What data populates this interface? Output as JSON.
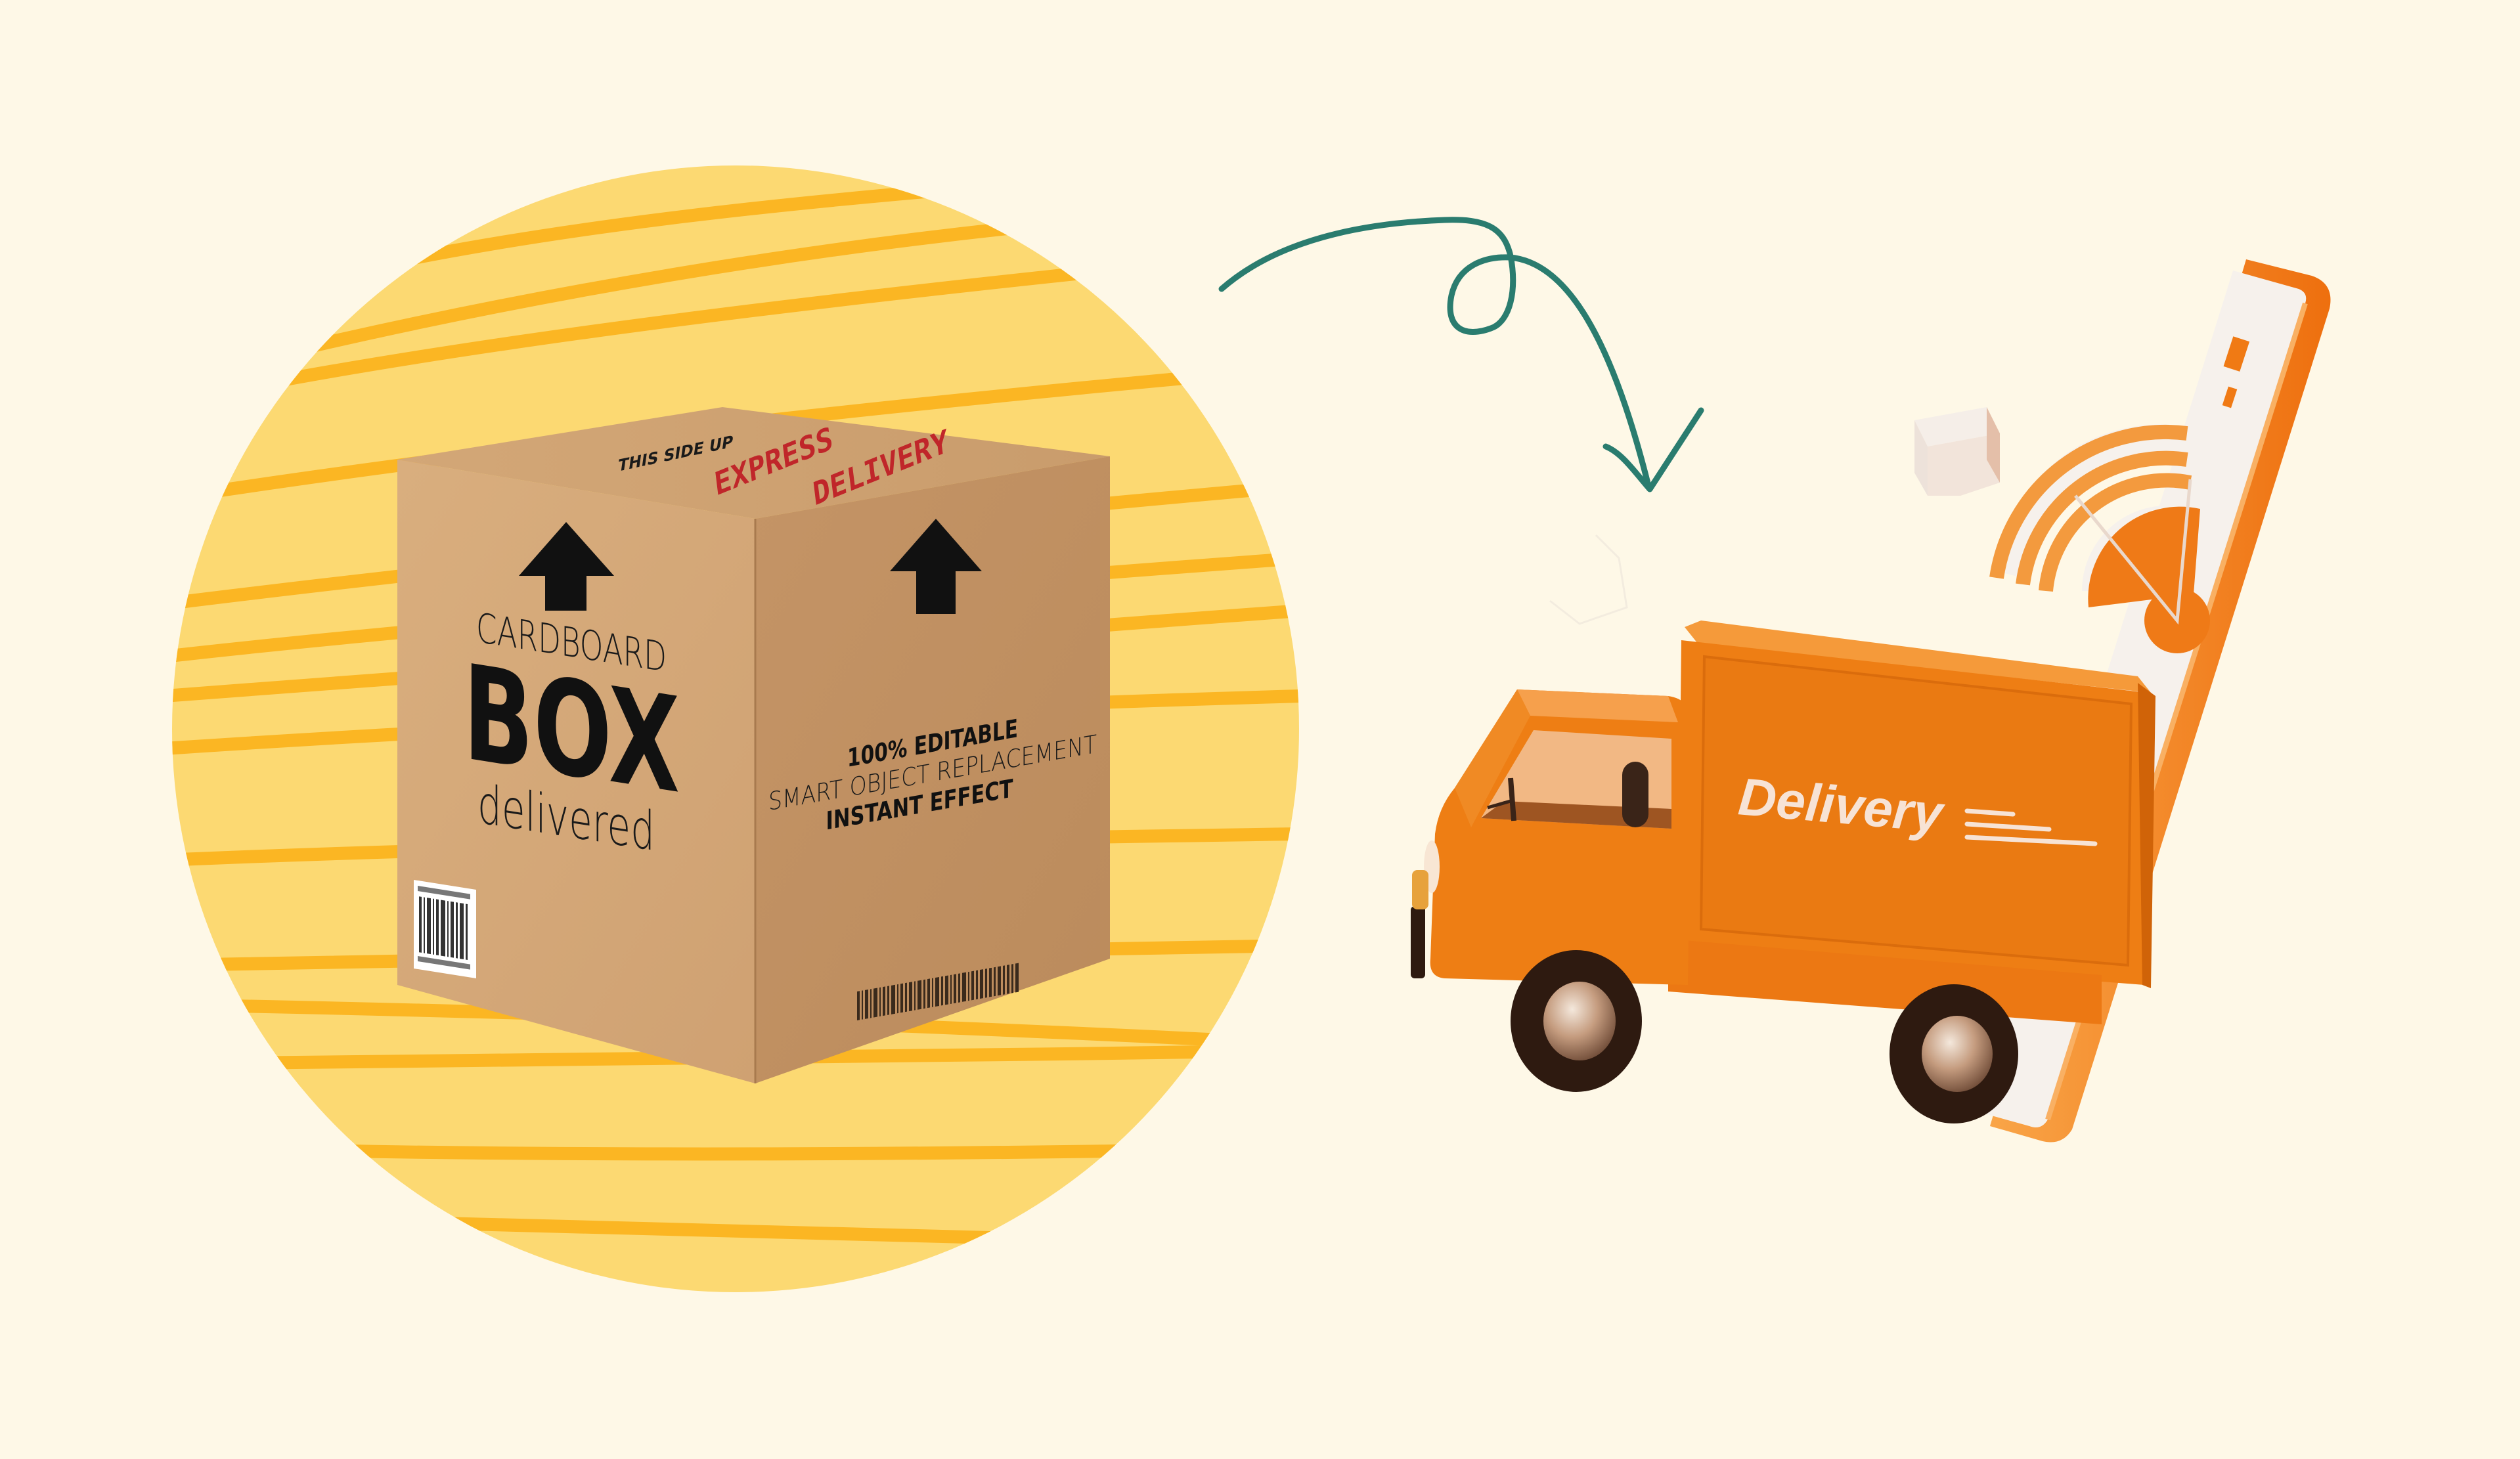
{
  "scene": {
    "background_color": "#FEF8E7",
    "circle_color": "#FCD972",
    "stripe_color": "#FBB623",
    "arrow_color": "#2A7C6F"
  },
  "box": {
    "top_label_small": "THIS SIDE UP",
    "top_label_red_line1": "EXPRESS",
    "top_label_red_line2": "DELIVERY",
    "front_line1": "CARDBOARD",
    "front_line2": "BOX",
    "front_line3": "delivered",
    "side_line1": "100% EDITABLE",
    "side_line2": "SMART OBJECT REPLACEMENT",
    "side_line3": "INSTANT EFFECT",
    "icons": [
      "up-arrow-icon",
      "up-arrow-icon",
      "barcode-icon",
      "barcode-icon"
    ]
  },
  "truck": {
    "label": "Delivery",
    "color": "#EE7E14"
  },
  "phone": {
    "frame_color": "#F07A14",
    "screen_color": "#F6F1EC",
    "icons": [
      "location-pin-icon",
      "signal-waves-icon"
    ]
  }
}
